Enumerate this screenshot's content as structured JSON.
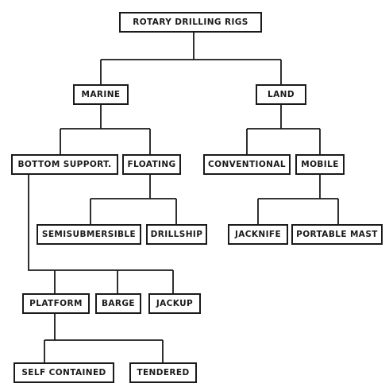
{
  "diagram": {
    "nodes": {
      "root": "ROTARY DRILLING RIGS",
      "marine": "MARINE",
      "land": "LAND",
      "bottom_support": "BOTTOM SUPPORT.",
      "floating": "FLOATING",
      "conventional": "CONVENTIONAL",
      "mobile": "MOBILE",
      "semisubmersible": "SEMISUBMERSIBLE",
      "drillship": "DRILLSHIP",
      "jackknife": "JACKNIFE",
      "portable_mast": "PORTABLE MAST",
      "platform": "PLATFORM",
      "barge": "BARGE",
      "jackup": "JACKUP",
      "self_contained": "SELF CONTAINED",
      "tendered": "TENDERED"
    },
    "colors": {
      "ink": "#1a1a1a",
      "background": "#ffffff"
    }
  }
}
